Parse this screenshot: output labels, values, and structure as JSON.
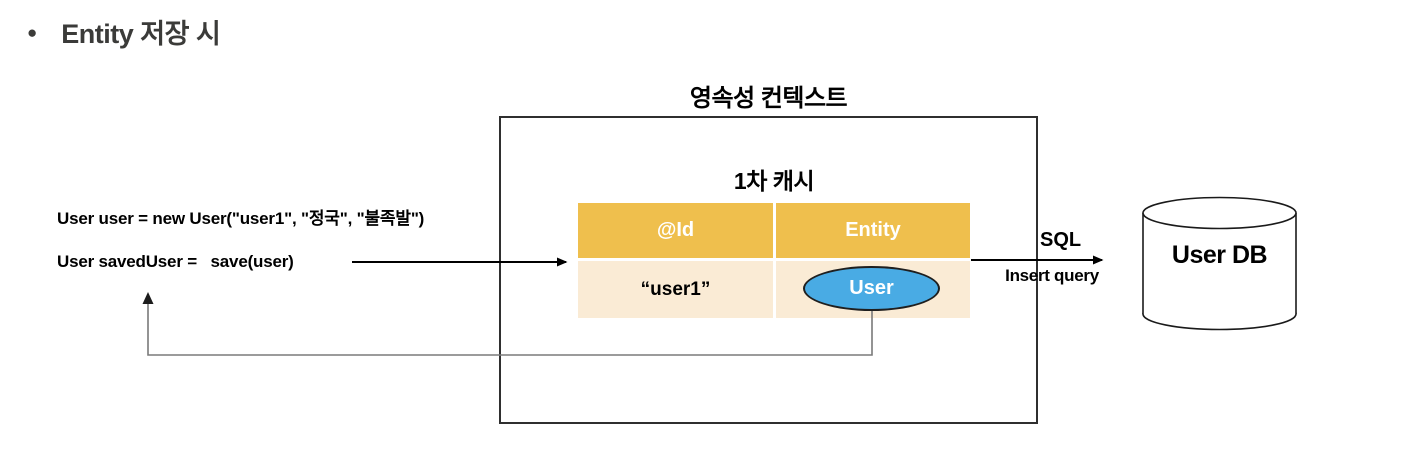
{
  "heading": {
    "bullet_icon": "●",
    "text": "Entity 저장 시"
  },
  "code": {
    "line1": "User user = new User(\"user1\", \"정국\", \"불족발\")",
    "line2": "User savedUser =   save(user)"
  },
  "persistence": {
    "title": "영속성 컨텍스트",
    "cache_title": "1차 캐시"
  },
  "cache_table": {
    "headers": [
      "@Id",
      "Entity"
    ],
    "row": {
      "id": "“user1”",
      "entity": "User"
    }
  },
  "sql_flow": {
    "label": "SQL",
    "query": "Insert query"
  },
  "database": {
    "label": "User DB"
  },
  "colors": {
    "table_header_bg": "#EFBF4D",
    "table_header_text": "#FFFFFF",
    "table_row_bg": "#FAEBD5",
    "entity_fill": "#49ABE4",
    "heading_text": "#3B3B39",
    "arrow": "#000000",
    "return_line": "#7A7A7A",
    "box_border": "#2F2F2F"
  }
}
